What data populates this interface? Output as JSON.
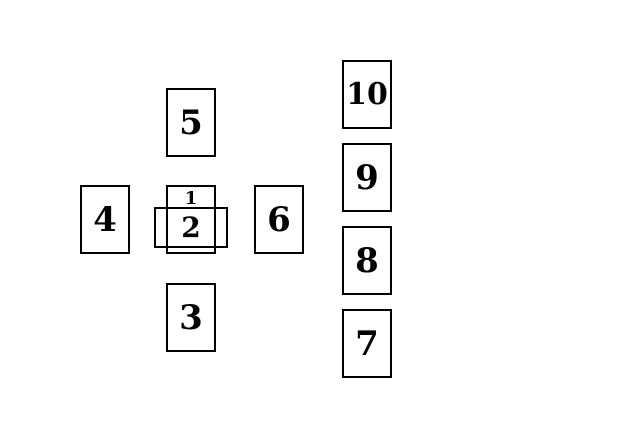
{
  "positions": {
    "p1": "1",
    "p2": "2",
    "p3": "3",
    "p4": "4",
    "p5": "5",
    "p6": "6",
    "p7": "7",
    "p8": "8",
    "p9": "9",
    "p10": "10"
  },
  "colors": {
    "background": "#ffffff",
    "stroke": "#000000",
    "text": "#000000"
  }
}
